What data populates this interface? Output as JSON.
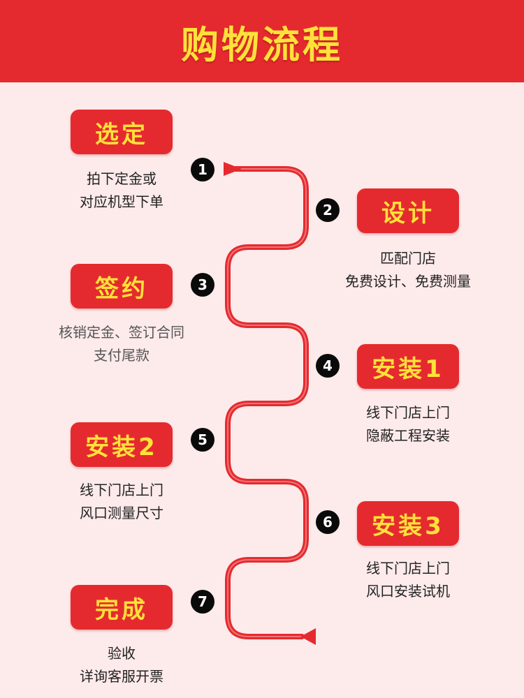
{
  "header": {
    "title": "购物流程"
  },
  "steps": [
    {
      "number": "1",
      "tag": "选定",
      "desc_lines": [
        "拍下定金或",
        "对应机型下单"
      ]
    },
    {
      "number": "2",
      "tag": "设计",
      "desc_lines": [
        "匹配门店",
        "免费设计、免费测量"
      ]
    },
    {
      "number": "3",
      "tag": "签约",
      "desc_lines": [
        "核销定金、签订合同",
        "支付尾款"
      ]
    },
    {
      "number": "4",
      "tag": "安装1",
      "desc_lines": [
        "线下门店上门",
        "隐蔽工程安装"
      ]
    },
    {
      "number": "5",
      "tag": "安装2",
      "desc_lines": [
        "线下门店上门",
        "风口测量尺寸"
      ]
    },
    {
      "number": "6",
      "tag": "安装3",
      "desc_lines": [
        "线下门店上门",
        "风口安装试机"
      ]
    },
    {
      "number": "7",
      "tag": "完成",
      "desc_lines": [
        "验收",
        "详询客服开票"
      ]
    }
  ],
  "colors": {
    "primary": "#e52a2f",
    "accent": "#ffe13a",
    "background": "#fdeaea"
  }
}
